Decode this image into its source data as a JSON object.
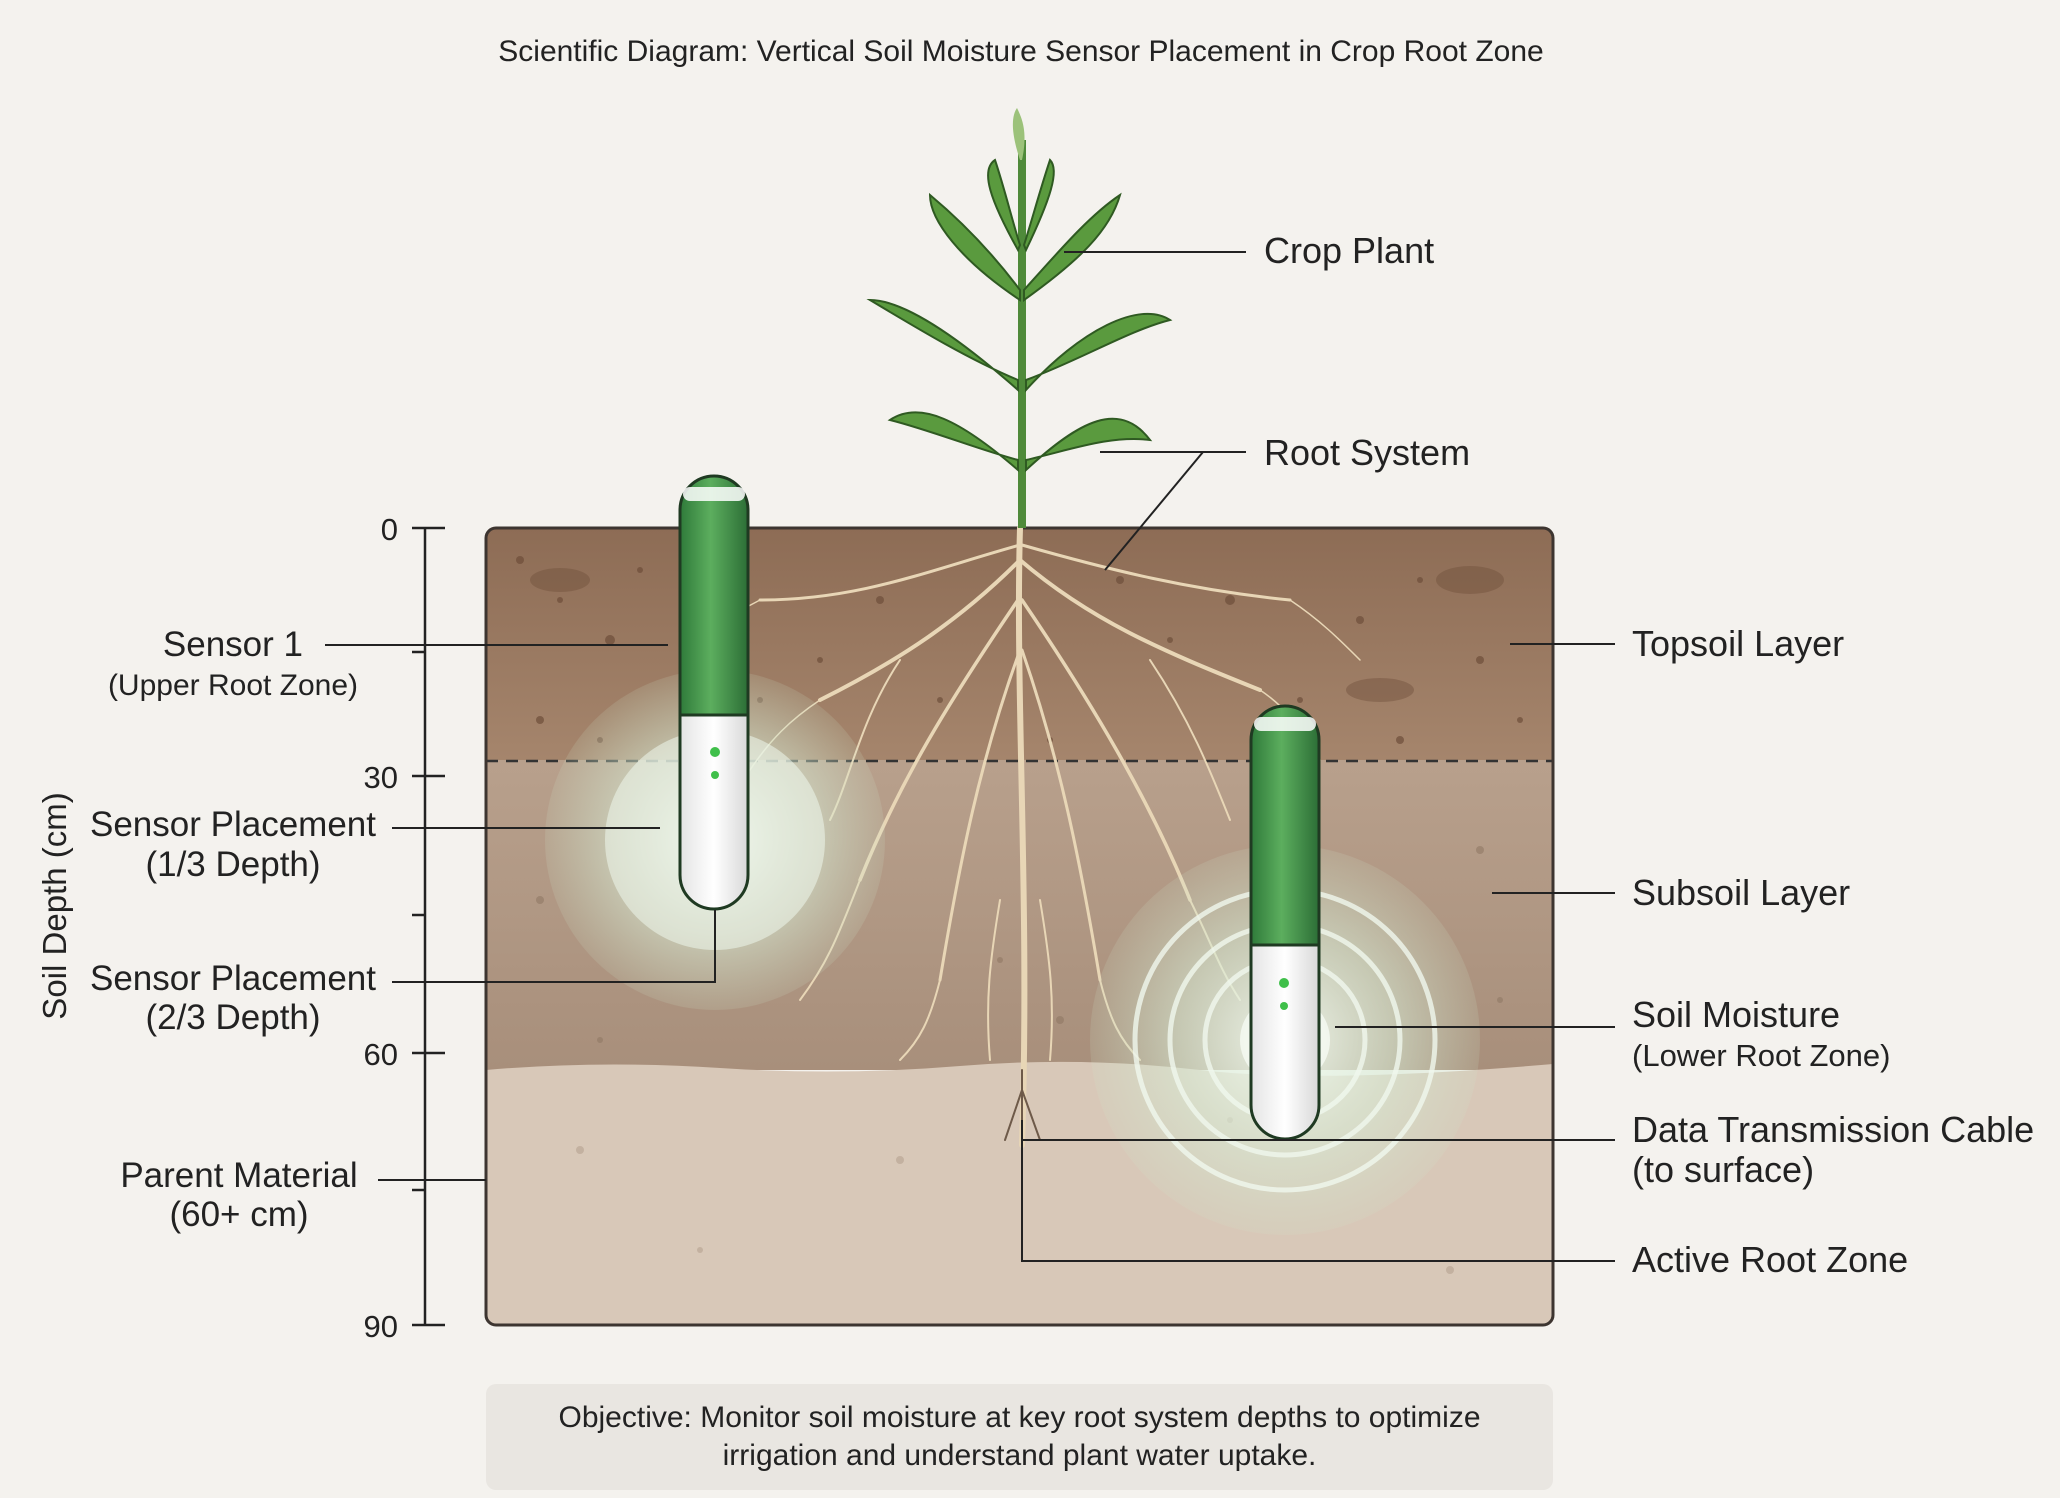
{
  "title": "Scientific Diagram: Vertical Soil Moisture Sensor Placement in Crop Root Zone",
  "axis": {
    "label": "Soil Depth (cm)",
    "ticks": [
      "0",
      "30",
      "60",
      "90"
    ]
  },
  "labels": {
    "crop_plant": "Crop Plant",
    "root_system": "Root System",
    "topsoil_layer": "Topsoil Layer",
    "subsoil_layer": "Subsoil Layer",
    "soil_moisture": "Soil Moisture",
    "soil_moisture_sub": "(Lower Root Zone)",
    "data_cable_1": "Data Transmission Cable",
    "data_cable_2": "(to surface)",
    "active_root_zone": "Active Root Zone",
    "sensor1": "Sensor 1",
    "sensor1_sub": "(Upper Root Zone)",
    "placement_13_a": "Sensor Placement",
    "placement_13_b": "(1/3 Depth)",
    "placement_23_a": "Sensor Placement",
    "placement_23_b": "(2/3 Depth)",
    "parent_material_a": "Parent Material",
    "parent_material_b": "(60+ cm)"
  },
  "objective": {
    "line1": "Objective: Monitor soil moisture at key root system depths to optimize",
    "line2": "irrigation and understand plant water uptake."
  },
  "colors": {
    "topsoil": "#9a7a63",
    "subsoil": "#b29a87",
    "parent": "#d8c8b8",
    "sensor_green": "#3f8f4a",
    "leaf": "#5a9a3e",
    "root": "#e6d2b2"
  }
}
